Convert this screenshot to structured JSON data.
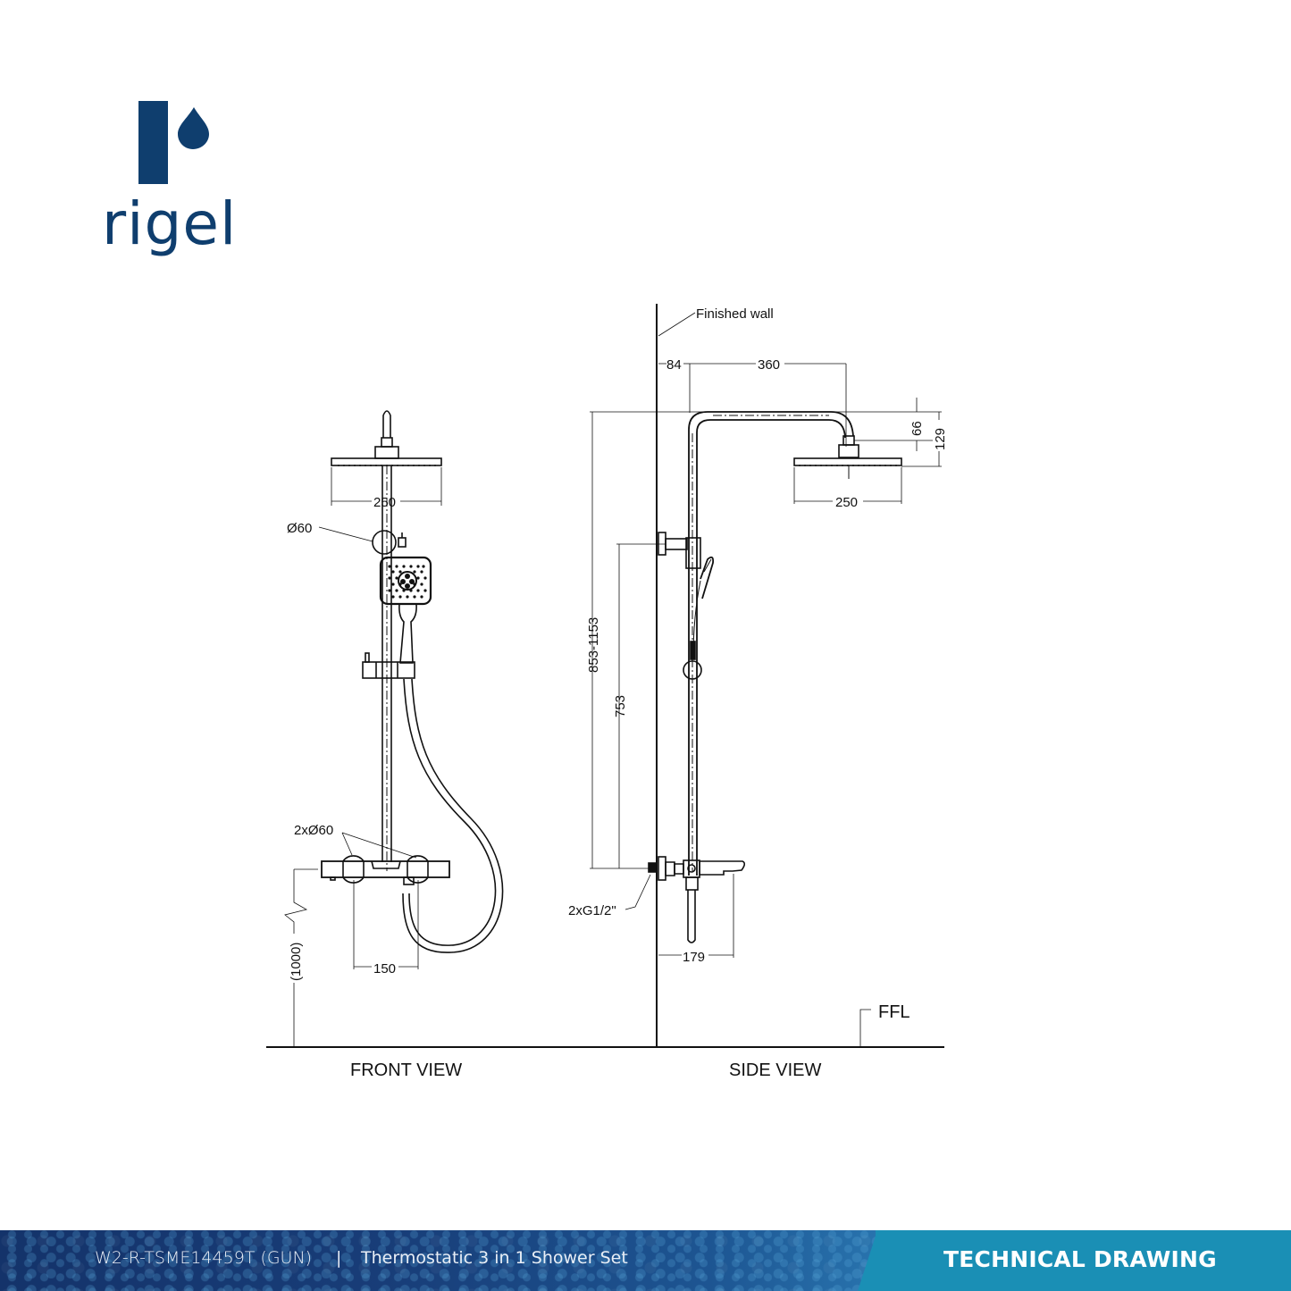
{
  "brand": {
    "name": "rigel",
    "color": "#0f3e6e"
  },
  "drawing": {
    "front_view": {
      "title": "FRONT VIEW",
      "dims": {
        "head_width": "250",
        "holder_diameter": "Ø60",
        "knob_diameter": "2xØ60",
        "inlet_spacing": "150",
        "mount_height": "(1000)"
      }
    },
    "side_view": {
      "title": "SIDE VIEW",
      "wall_label": "Finished wall",
      "floor_label": "FFL",
      "dims": {
        "wall_offset": "84",
        "arm_length": "360",
        "head_drop": "66",
        "head_total_drop": "129",
        "head_width": "250",
        "total_height": "853-1153",
        "bracket_height": "753",
        "inlet_thread": "2xG1/2\"",
        "spout_projection": "179"
      }
    }
  },
  "footer": {
    "model": "W2-R-TSME14459T (GUN)",
    "separator": "|",
    "product": "Thermostatic 3 in 1 Shower Set",
    "section_title": "TECHNICAL DRAWING",
    "colors": {
      "left": "#183d78",
      "right": "#1a8fb5"
    }
  }
}
